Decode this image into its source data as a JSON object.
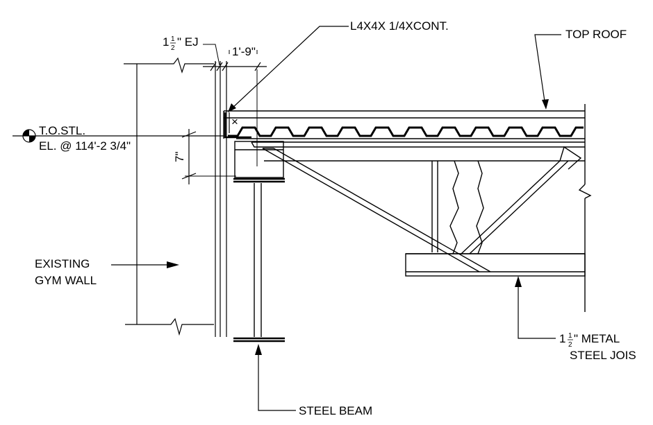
{
  "labels": {
    "angle": "L4X4X 1/4XCONT.",
    "top_roof": "TOP ROOF",
    "ej_whole": "1",
    "ej_num": "1",
    "ej_den": "2",
    "ej_suffix": "\" EJ",
    "dim_top": "1'-9\"",
    "tos_line1": "T.O.STL.",
    "tos_line2": "EL. @ 114'-2 3/4\"",
    "dim_vertical": "7\"",
    "wall_line1": "EXISTING",
    "wall_line2": "GYM WALL",
    "deck_whole": "1",
    "deck_num": "1",
    "deck_den": "2",
    "deck_suffix": "\" METAL",
    "joist": "STEEL JOIS",
    "beam": "STEEL BEAM"
  }
}
